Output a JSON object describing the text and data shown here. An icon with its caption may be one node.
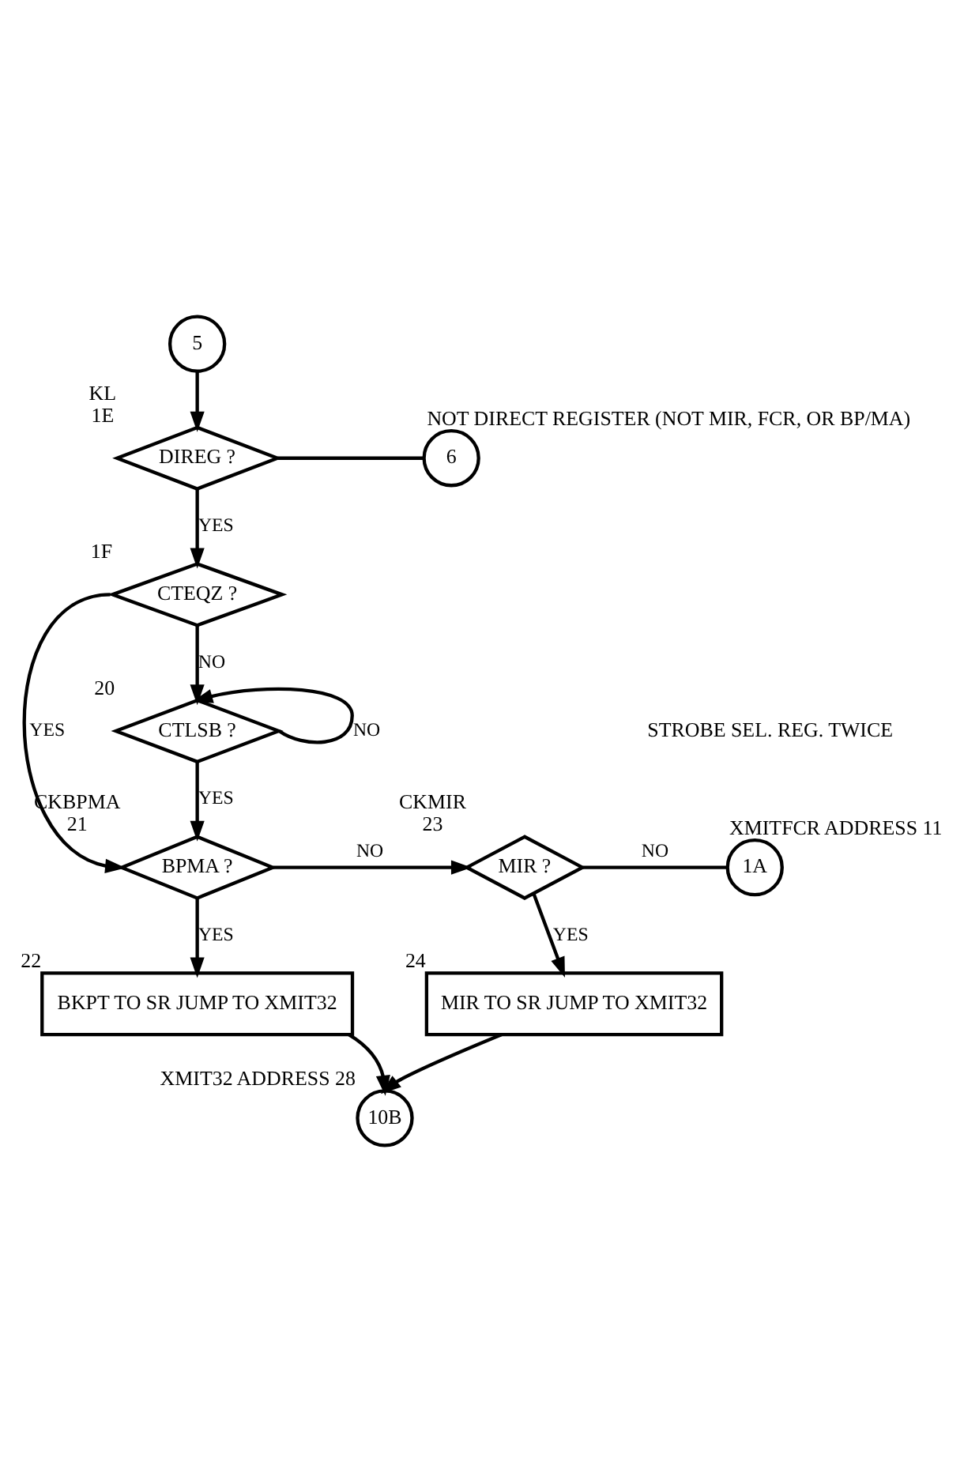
{
  "diagram": {
    "nodes": [
      {
        "text": [
          "5"
        ]
      },
      {
        "text": [
          "DIREG ?"
        ],
        "beside": [
          "KL",
          "1E"
        ]
      },
      {
        "text": [
          "6"
        ],
        "beside": [
          "NOT DIRECT REGISTER (NOT MIR, FCR, OR BP/MA)"
        ]
      },
      {
        "text": [
          "CTEQZ ?"
        ],
        "beside": [
          "1F"
        ]
      },
      {
        "text": [
          "CTLSB ?"
        ],
        "beside": [
          "20"
        ]
      },
      {
        "text": [
          "BPMA ?"
        ],
        "beside": [
          "CKBPMA",
          "21"
        ]
      },
      {
        "text": [
          "MIR ?"
        ],
        "beside": [
          "CKMIR",
          "23"
        ]
      },
      {
        "text": [
          "1A"
        ],
        "beside": [
          "XMITFCR ADDRESS 11"
        ]
      },
      {
        "text": [
          "BKPT TO SR JUMP TO XMIT32"
        ],
        "beside": [
          "22"
        ]
      },
      {
        "text": [
          "MIR TO SR JUMP TO XMIT32"
        ],
        "beside": [
          "24"
        ]
      },
      {
        "text": [
          "10B"
        ],
        "beside": [
          "XMIT32 ADDRESS 28"
        ]
      }
    ],
    "edges": [
      {
        "from": 0,
        "to": 1,
        "arrow": "to"
      },
      {
        "from": 1,
        "to": 2,
        "arrow": "none"
      },
      {
        "from": 1,
        "to": 3,
        "arrow": "to",
        "label": "YES"
      },
      {
        "from": 3,
        "to": 5,
        "arrow": "to",
        "label": "YES"
      },
      {
        "from": 3,
        "to": 4,
        "arrow": "to",
        "label": "NO"
      },
      {
        "from": 4,
        "to": 4,
        "arrow": "to",
        "label": "NO"
      },
      {
        "from": 4,
        "to": 5,
        "arrow": "to",
        "label": "YES"
      },
      {
        "from": 5,
        "to": 6,
        "arrow": "to",
        "label": "NO"
      },
      {
        "from": 6,
        "to": 7,
        "arrow": "none",
        "label": "NO"
      },
      {
        "from": 5,
        "to": 8,
        "arrow": "to",
        "label": "YES"
      },
      {
        "from": 6,
        "to": 9,
        "arrow": "to",
        "label": "YES"
      },
      {
        "from": 8,
        "to": 10,
        "arrow": "to"
      },
      {
        "from": 9,
        "to": 10,
        "arrow": "to"
      }
    ],
    "labels": [
      "STROBE SEL. REG. TWICE"
    ]
  }
}
